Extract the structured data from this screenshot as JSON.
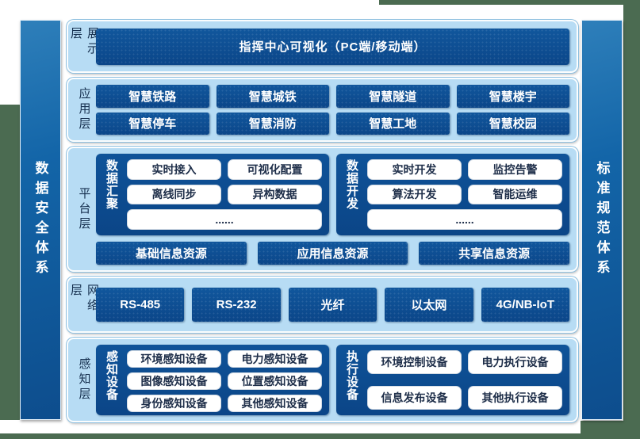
{
  "colors": {
    "backdrop_green": "#4b6b51",
    "panel_light_blue": "#b7dcf4",
    "box_navy": "#0d4c92",
    "sidebar_blue": "#1365a8",
    "pill_white": "#ffffff",
    "label_dark": "#16304f"
  },
  "sidebars": {
    "left": "数据安全体系",
    "right": "标准规范体系"
  },
  "layers": {
    "display": {
      "label": "展示层",
      "item": "指挥中心可视化（PC端/移动端）"
    },
    "application": {
      "label": "应用层",
      "items": [
        "智慧铁路",
        "智慧城铁",
        "智慧隧道",
        "智慧楼宇",
        "智慧停车",
        "智慧消防",
        "智慧工地",
        "智慧校园"
      ]
    },
    "platform": {
      "label": "平台层",
      "groups": [
        {
          "label": "数据汇聚",
          "items": [
            "实时接入",
            "可视化配置",
            "离线同步",
            "异构数据",
            "......"
          ]
        },
        {
          "label": "数据开发",
          "items": [
            "实时开发",
            "监控告警",
            "算法开发",
            "智能运维",
            "......"
          ]
        }
      ],
      "resources": [
        "基础信息资源",
        "应用信息资源",
        "共享信息资源"
      ]
    },
    "network": {
      "label": "网络层",
      "items": [
        "RS-485",
        "RS-232",
        "光纤",
        "以太网",
        "4G/NB-IoT"
      ]
    },
    "perception": {
      "label": "感知层",
      "groups": [
        {
          "label": "感知设备",
          "items": [
            "环境感知设备",
            "电力感知设备",
            "图像感知设备",
            "位置感知设备",
            "身份感知设备",
            "其他感知设备"
          ]
        },
        {
          "label": "执行设备",
          "items": [
            "环境控制设备",
            "电力执行设备",
            "信息发布设备",
            "其他执行设备"
          ]
        }
      ]
    }
  }
}
